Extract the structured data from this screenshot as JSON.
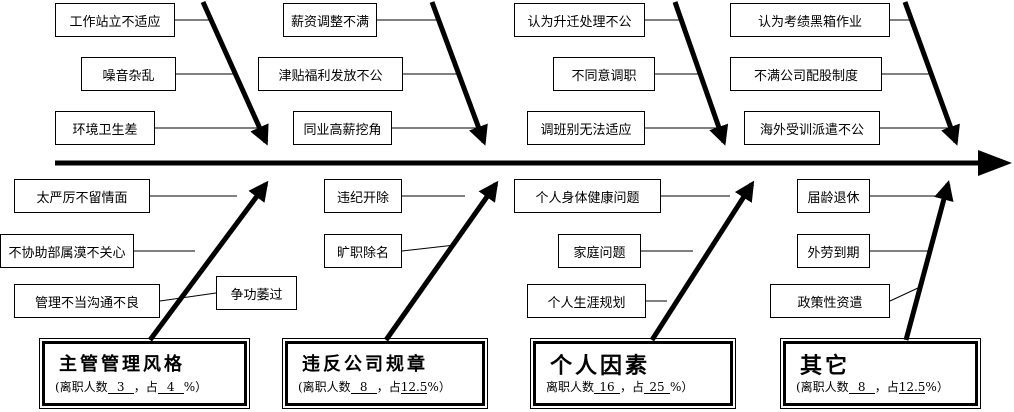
{
  "causes": {
    "c1": "工作站立不适应",
    "c2": "噪音杂乱",
    "c3": "环境卫生差",
    "c4": "薪资调整不满",
    "c5": "津贴福利发放不公",
    "c6": "同业高薪挖角",
    "c7": "认为升迁处理不公",
    "c8": "不同意调职",
    "c9": "调班别无法适应",
    "c10": "认为考绩黑箱作业",
    "c11": "不满公司配股制度",
    "c12": "海外受训派遣不公",
    "c13": "太严厉不留情面",
    "c14": "不协助部属漠不关心",
    "c15": "管理不当沟通不良",
    "c16": "争功萎过",
    "c17": "违纪开除",
    "c18": "旷职除名",
    "c19": "个人身体健康问题",
    "c20": "家庭问题",
    "c21": "个人生涯规划",
    "c22": "届龄退休",
    "c23": "外劳到期",
    "c24": "政策性资遣"
  },
  "categories": [
    {
      "title": "主管管理风格",
      "prefix": "(离职人数",
      "count": "3",
      "mid": "，占",
      "pct": "4",
      "suffix": "%）",
      "count_value": 3,
      "pct_value": 4
    },
    {
      "title": "违反公司规章",
      "prefix": "(离职人数",
      "count": "8",
      "mid": "，占",
      "pct": "12.5",
      "suffix": "%）",
      "count_value": 8,
      "pct_value": 12.5
    },
    {
      "title": "个人因素",
      "prefix": "离职人数",
      "count": "16",
      "mid": "，占",
      "pct": "25",
      "suffix": "%）",
      "count_value": 16,
      "pct_value": 25
    },
    {
      "title": "其它",
      "prefix": "(离职人数",
      "count": "8",
      "mid": "，占",
      "pct": "12.5",
      "suffix": "%）",
      "count_value": 8,
      "pct_value": 12.5
    }
  ],
  "colors": {
    "line": "#000000",
    "background": "#ffffff"
  }
}
